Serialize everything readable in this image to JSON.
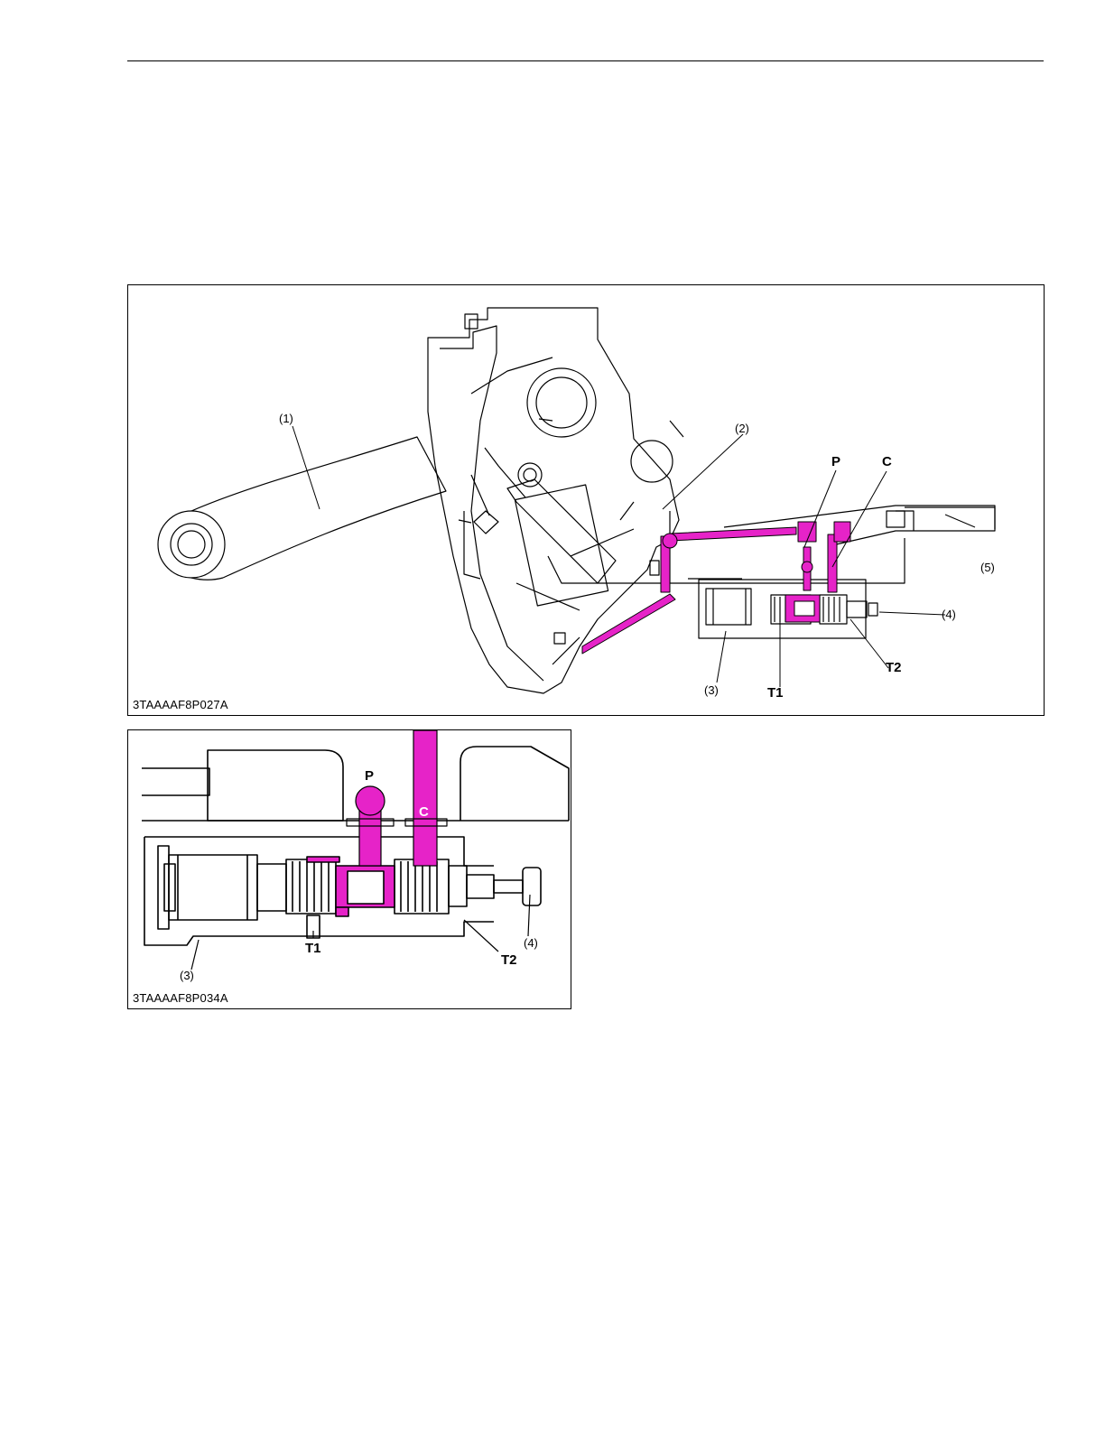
{
  "figures": [
    {
      "id": "fig1",
      "code": "3TAAAAF8P027A",
      "callouts": {
        "c1": "(1)",
        "c2": "(2)",
        "c3": "(3)",
        "c4": "(4)",
        "c5": "(5)",
        "P": "P",
        "C": "C",
        "T1": "T1",
        "T2": "T2"
      }
    },
    {
      "id": "fig2",
      "code": "3TAAAAF8P034A",
      "callouts": {
        "c3": "(3)",
        "c4": "(4)",
        "P": "P",
        "C": "C",
        "T1": "T1",
        "T2": "T2"
      }
    }
  ],
  "colors": {
    "oil": "#e623c8",
    "line": "#000000",
    "paper": "#ffffff"
  }
}
